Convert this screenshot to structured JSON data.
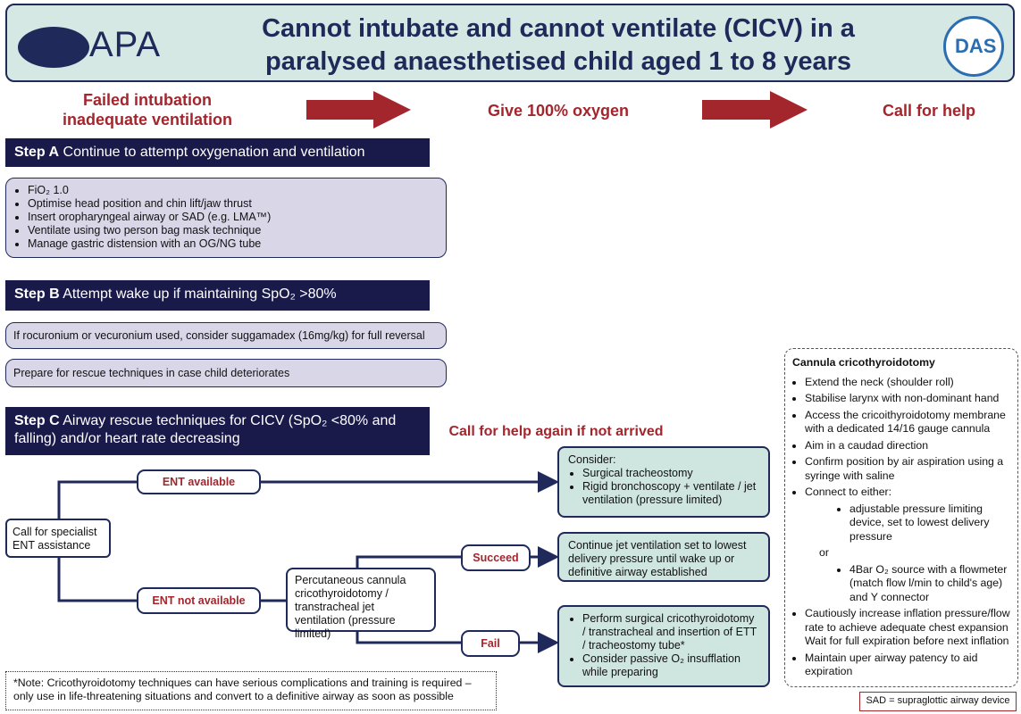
{
  "header": {
    "apa_text": "APA",
    "title_line1": "Cannot intubate and cannot ventilate (CICV) in a",
    "title_line2": "paralysed anaesthetised child aged 1 to 8 years",
    "das_text": "DAS"
  },
  "flow": {
    "failed_line1": "Failed intubation",
    "failed_line2": "inadequate ventilation",
    "oxygen": "Give 100% oxygen",
    "help": "Call for help"
  },
  "stepA": {
    "label": "Step A",
    "text": "Continue to attempt oxygenation and ventilation",
    "items": [
      "FiO₂ 1.0",
      "Optimise head position and chin lift/jaw thrust",
      "Insert oropharyngeal airway or SAD (e.g. LMA™)",
      "Ventilate using two person bag mask technique",
      "Manage gastric distension with an OG/NG tube"
    ]
  },
  "stepB": {
    "label": "Step B",
    "text": "Attempt wake up if maintaining SpO₂ >80%",
    "box1": "If rocuronium or vecuronium used, consider suggamadex (16mg/kg) for full reversal",
    "box2": "Prepare for rescue techniques in case child deteriorates"
  },
  "stepC": {
    "label": "Step C",
    "text_line1": "Airway rescue techniques for CICV (SpO₂ <80% and",
    "text_line2": "falling) and/or heart rate decreasing",
    "help_again": "Call for help again if not arrived"
  },
  "tree": {
    "start_line1": "Call for specialist",
    "start_line2": "ENT assistance",
    "ent_available": "ENT available",
    "ent_not_available": "ENT not available",
    "consider_title": "Consider:",
    "consider_items": [
      "Surgical tracheostomy",
      "Rigid bronchoscopy + ventilate / jet ventilation (pressure limited)"
    ],
    "percutaneous": "Percutaneous cannula cricothyroidotomy / transtracheal jet ventilation (pressure limited)",
    "succeed": "Succeed",
    "fail": "Fail",
    "continue": "Continue jet ventilation set to lowest delivery pressure until wake up or definitive airway established",
    "fail_items": [
      "Perform surgical cricothyroidotomy / transtracheal and insertion of ETT / tracheostomy tube*",
      "Consider passive O₂ insufflation while preparing"
    ]
  },
  "note": "*Note: Cricothyroidotomy techniques can have serious complications and training is required – only use in life-threatening situations and convert to a definitive airway as soon as possible",
  "cannula": {
    "title": "Cannula cricothyroidotomy",
    "items": [
      "Extend the neck (shoulder roll)",
      "Stabilise larynx with non-dominant hand",
      "Access the cricoithyroidotomy membrane with a dedicated 14/16 gauge cannula",
      "Aim in a caudad direction",
      "Confirm position by air aspiration using a syringe with saline",
      "Connect to either:"
    ],
    "option1": "adjustable pressure limiting device, set to lowest delivery pressure",
    "or": "or",
    "option2": "4Bar O₂ source with a flowmeter (match flow l/min to child's age) and Y connector",
    "items2": [
      "Cautiously increase inflation pressure/flow rate to achieve adequate chest expansion Wait for full expiration before next inflation",
      "Maintain uper airway patency to aid expiration"
    ]
  },
  "sad_note": "SAD = supraglottic airway device",
  "colors": {
    "navy": "#1f2a5a",
    "red": "#a3262d",
    "teal": "#cfe5df",
    "lavender": "#d9d6e8"
  }
}
